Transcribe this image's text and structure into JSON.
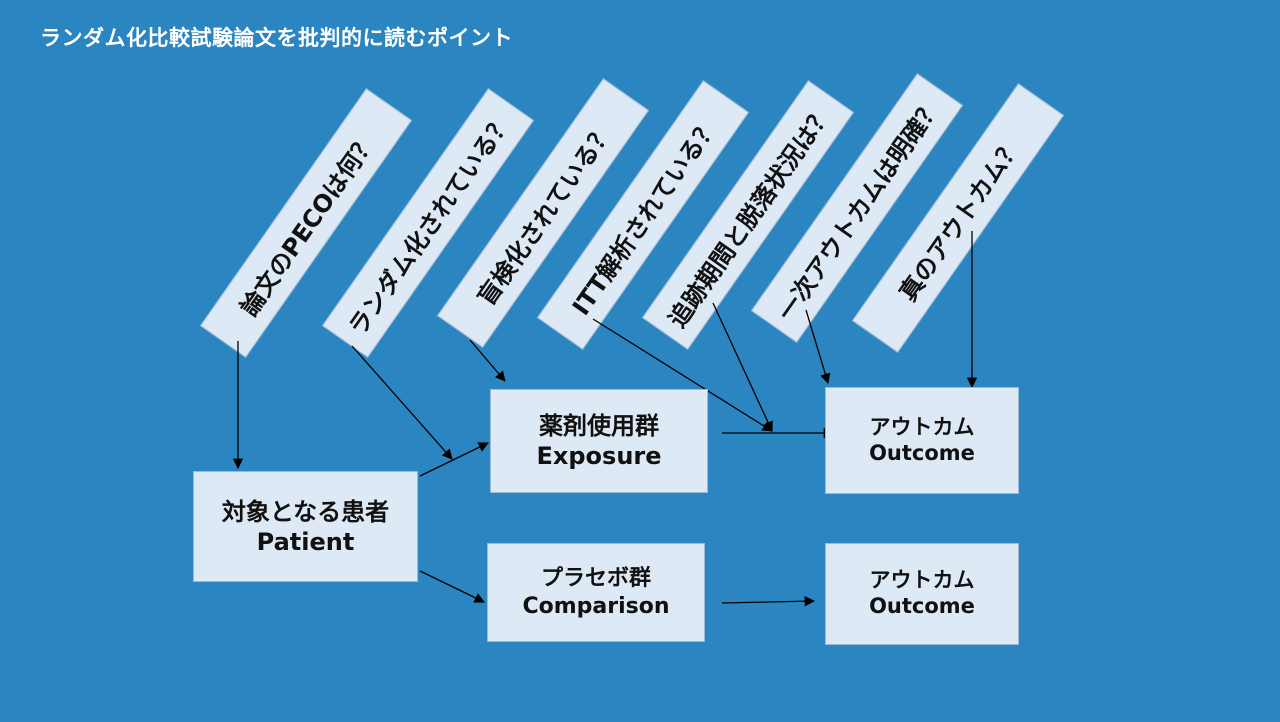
{
  "title": "ランダム化比較試験論文を批判的に読むポイント",
  "questions": [
    "論文のPECOは何？",
    "ランダム化されている？",
    "盲検化されている？",
    "ITT解析されている？",
    "追跡期間と脱落状況は？",
    "一次アウトカムは明確？",
    "真のアウトカム？"
  ],
  "boxes": {
    "patient": {
      "line1": "対象となる患者",
      "line2": "Patient"
    },
    "exposure": {
      "line1": "薬剤使用群",
      "line2": "Exposure"
    },
    "comparison": {
      "line1": "プラセボ群",
      "line2": "Comparison"
    },
    "outcome_exposure": {
      "line1": "アウトカム",
      "line2": "Outcome"
    },
    "outcome_comparison": {
      "line1": "アウトカム",
      "line2": "Outcome"
    }
  },
  "colors": {
    "background": "#2a85c1",
    "box_fill": "#dde9f5",
    "arrow": "#000000"
  }
}
